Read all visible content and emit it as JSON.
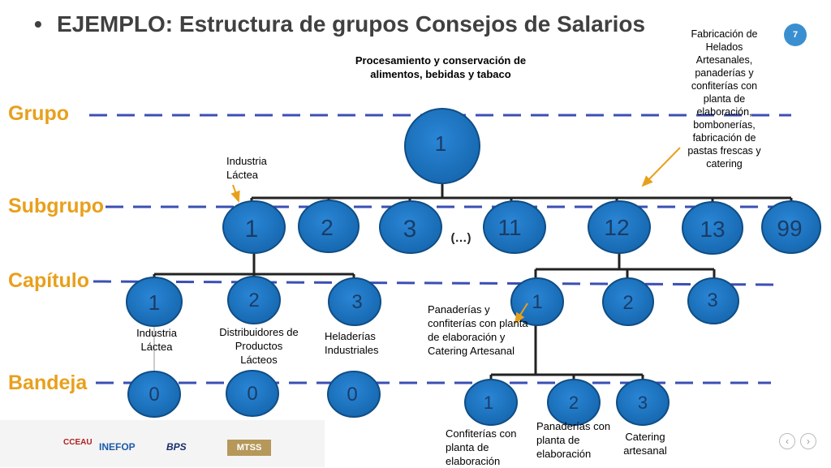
{
  "title": {
    "bullet": "•",
    "text": "EJEMPLO: Estructura de grupos Consejos de Salarios"
  },
  "page_number": "7",
  "levels": {
    "grupo": "Grupo",
    "subgrupo": "Subgrupo",
    "capitulo": "Capítulo",
    "bandeja": "Bandeja"
  },
  "nodes": {
    "grupo": "1",
    "subgrupos": [
      "1",
      "2",
      "3",
      "11",
      "12",
      "13",
      "99"
    ],
    "ellipsis": "(…)",
    "capitulos_left": [
      "1",
      "2",
      "3"
    ],
    "capitulos_right": [
      "1",
      "2",
      "3"
    ],
    "bandejas_left": [
      "0",
      "0",
      "0"
    ],
    "bandejas_right": [
      "1",
      "2",
      "3"
    ]
  },
  "labels": {
    "grupo_desc": "Procesamiento y conservación de alimentos, bebidas y tabaco",
    "industria_lactea_top": "Industria Láctea",
    "fabricacion": "Fabricación de Helados Artesanales, panaderías y confiterías con planta de elaboración, bombonerías, fabricación de pastas frescas y catering",
    "cap_industria_lactea": "Industria Láctea",
    "cap_distribuidores": "Distribuidores de Productos Lácteos",
    "cap_heladerias": "Heladerías Industriales",
    "panaderias_cap": "Panaderías y confiterías con planta de elaboración y Catering Artesanal",
    "bandeja_confiterias": "Confiterías con planta de elaboración",
    "bandeja_panaderias": "Panaderías con planta de elaboración",
    "bandeja_catering": "Catering artesanal"
  },
  "footer": {
    "logos": [
      "CCEAU",
      "INEFOP",
      "BPS",
      "MTSS"
    ],
    "nav_prev": "‹",
    "nav_next": "›"
  },
  "colors": {
    "node": "#1d73bd",
    "node_edge": "#0f4d85",
    "dash": "#3b4fb3",
    "level": "#e8a01c",
    "arrow": "#e8a01c"
  }
}
